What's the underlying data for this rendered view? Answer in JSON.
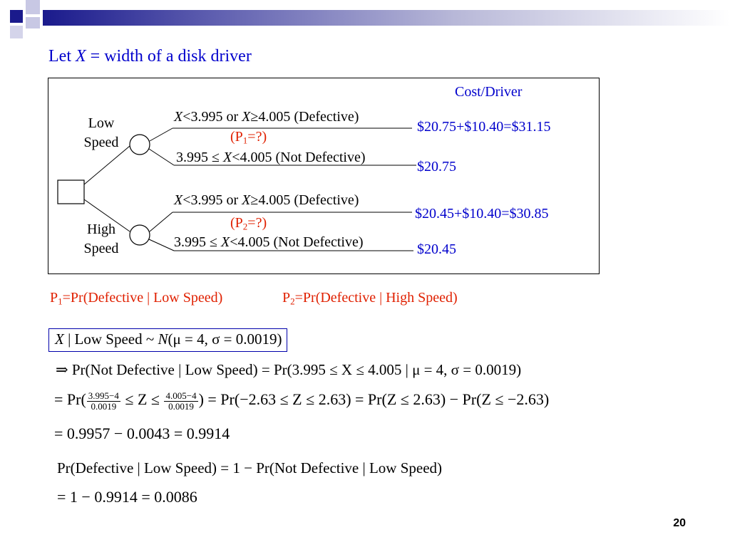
{
  "header": {
    "title_prefix": "Let ",
    "title_var": "X",
    "title_suffix": " = width of a disk driver",
    "band_color": "#1a1a8c"
  },
  "tree": {
    "cost_header": "Cost/Driver",
    "low": {
      "label_line1": "Low",
      "label_line2": "Speed",
      "defective_var1": "X",
      "defective_mid": "<3.995 or ",
      "defective_var2": "X",
      "defective_end": "≥4.005 (Defective)",
      "prob_prefix": "(P",
      "prob_sub": "1",
      "prob_suffix": "=?)",
      "not_def_prefix": "3.995 ≤ ",
      "not_def_var": "X",
      "not_def_suffix": "<4.005 (Not Defective)",
      "cost_defective": "$20.75+$10.40=$31.15",
      "cost_not_defective": "$20.75"
    },
    "high": {
      "label_line1": "High",
      "label_line2": "Speed",
      "defective_var1": "X",
      "defective_mid": "<3.995 or ",
      "defective_var2": "X",
      "defective_end": "≥4.005 (Defective)",
      "prob_prefix": "(P",
      "prob_sub": "2",
      "prob_suffix": "=?)",
      "not_def_prefix": "3.995 ≤ ",
      "not_def_var": "X",
      "not_def_suffix": "<4.005 (Not Defective)",
      "cost_defective": "$20.45+$10.40=$30.85",
      "cost_not_defective": "$20.45"
    }
  },
  "definitions": {
    "p1_prefix": "P",
    "p1_sub": "1",
    "p1_suffix": "=Pr(Defective | Low Speed)",
    "p2_prefix": "P",
    "p2_sub": "2",
    "p2_suffix": "=Pr(Defective | High Speed)"
  },
  "equations": {
    "dist_var": "X",
    "dist_mid": " | Low Speed ~ ",
    "dist_N": "N",
    "dist_params": "(μ = 4, σ = 0.0019)",
    "line2": "⇒ Pr(Not Defective | Low Speed) = Pr(3.995 ≤ X ≤ 4.005 | μ = 4, σ = 0.0019)",
    "line3_a": "= Pr(",
    "frac1_num": "3.995−4",
    "frac1_den": "0.0019",
    "line3_b": " ≤ Z ≤ ",
    "frac2_num": "4.005−4",
    "frac2_den": "0.0019",
    "line3_c": ") = Pr(−2.63 ≤ Z ≤ 2.63) = Pr(Z ≤ 2.63) − Pr(Z ≤ −2.63)",
    "line4": "= 0.9957 − 0.0043 = 0.9914",
    "line5": "Pr(Defective | Low Speed) = 1 − Pr(Not Defective | Low Speed)",
    "line6": "= 1 − 0.9914 = 0.0086"
  },
  "page_number": "20",
  "colors": {
    "title": "#0000cc",
    "red": "#e02000",
    "black": "#000000"
  }
}
